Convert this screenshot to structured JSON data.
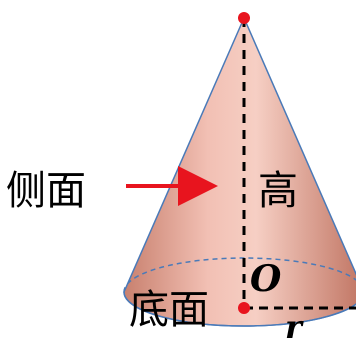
{
  "diagram": {
    "labels": {
      "side": "侧面",
      "height": "高",
      "base": "底面",
      "center": "O",
      "radius": "r"
    },
    "colors": {
      "cone_light": "#f2c0b4",
      "cone_dark": "#c8806e",
      "cone_outline": "#4a7ab8",
      "base_ellipse": "#4a7ab8",
      "height_line": "#000000",
      "point": "#e8141e",
      "arrow": "#e8141e",
      "text": "#000000"
    }
  }
}
